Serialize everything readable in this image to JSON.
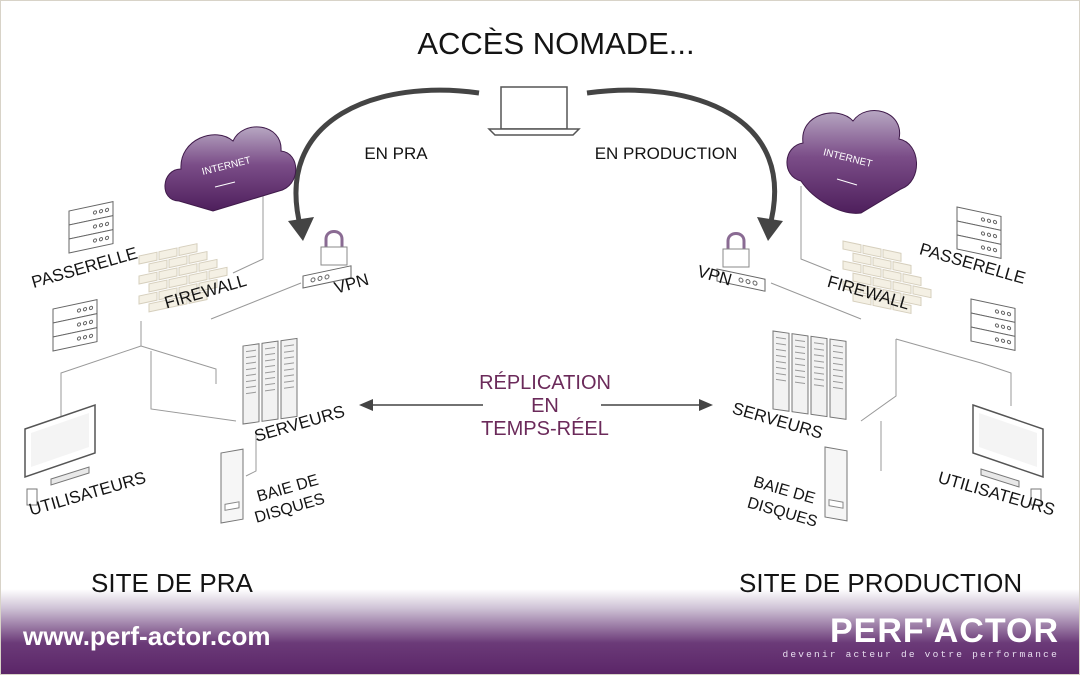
{
  "title": "ACCÈS NOMADE...",
  "arrows": {
    "left": "EN PRA",
    "right": "EN PRODUCTION"
  },
  "left_site": {
    "internet": "INTERNET",
    "passerelle": "PASSERELLE",
    "firewall": "FIREWALL",
    "vpn": "VPN",
    "serveurs": "SERVEURS",
    "utilisateurs": "UTILISATEURS",
    "baie_line1": "BAIE DE",
    "baie_line2": "DISQUES",
    "name": "SITE DE PRA"
  },
  "right_site": {
    "internet": "INTERNET",
    "passerelle": "PASSERELLE",
    "firewall": "FIREWALL",
    "vpn": "VPN",
    "serveurs": "SERVEURS",
    "utilisateurs": "UTILISATEURS",
    "baie_line1": "BAIE DE",
    "baie_line2": "DISQUES",
    "name": "SITE DE PRODUCTION"
  },
  "replication": {
    "line1": "RÉPLICATION",
    "line2": "EN",
    "line3": "TEMPS-RÉEL",
    "color": "#6b2a5a"
  },
  "footer": {
    "url": "www.perf-actor.com",
    "brand": "PERF'ACTOR",
    "tagline": "devenir acteur de votre performance"
  },
  "colors": {
    "accent": "#5a2467",
    "cloud": "#6b3a78"
  }
}
